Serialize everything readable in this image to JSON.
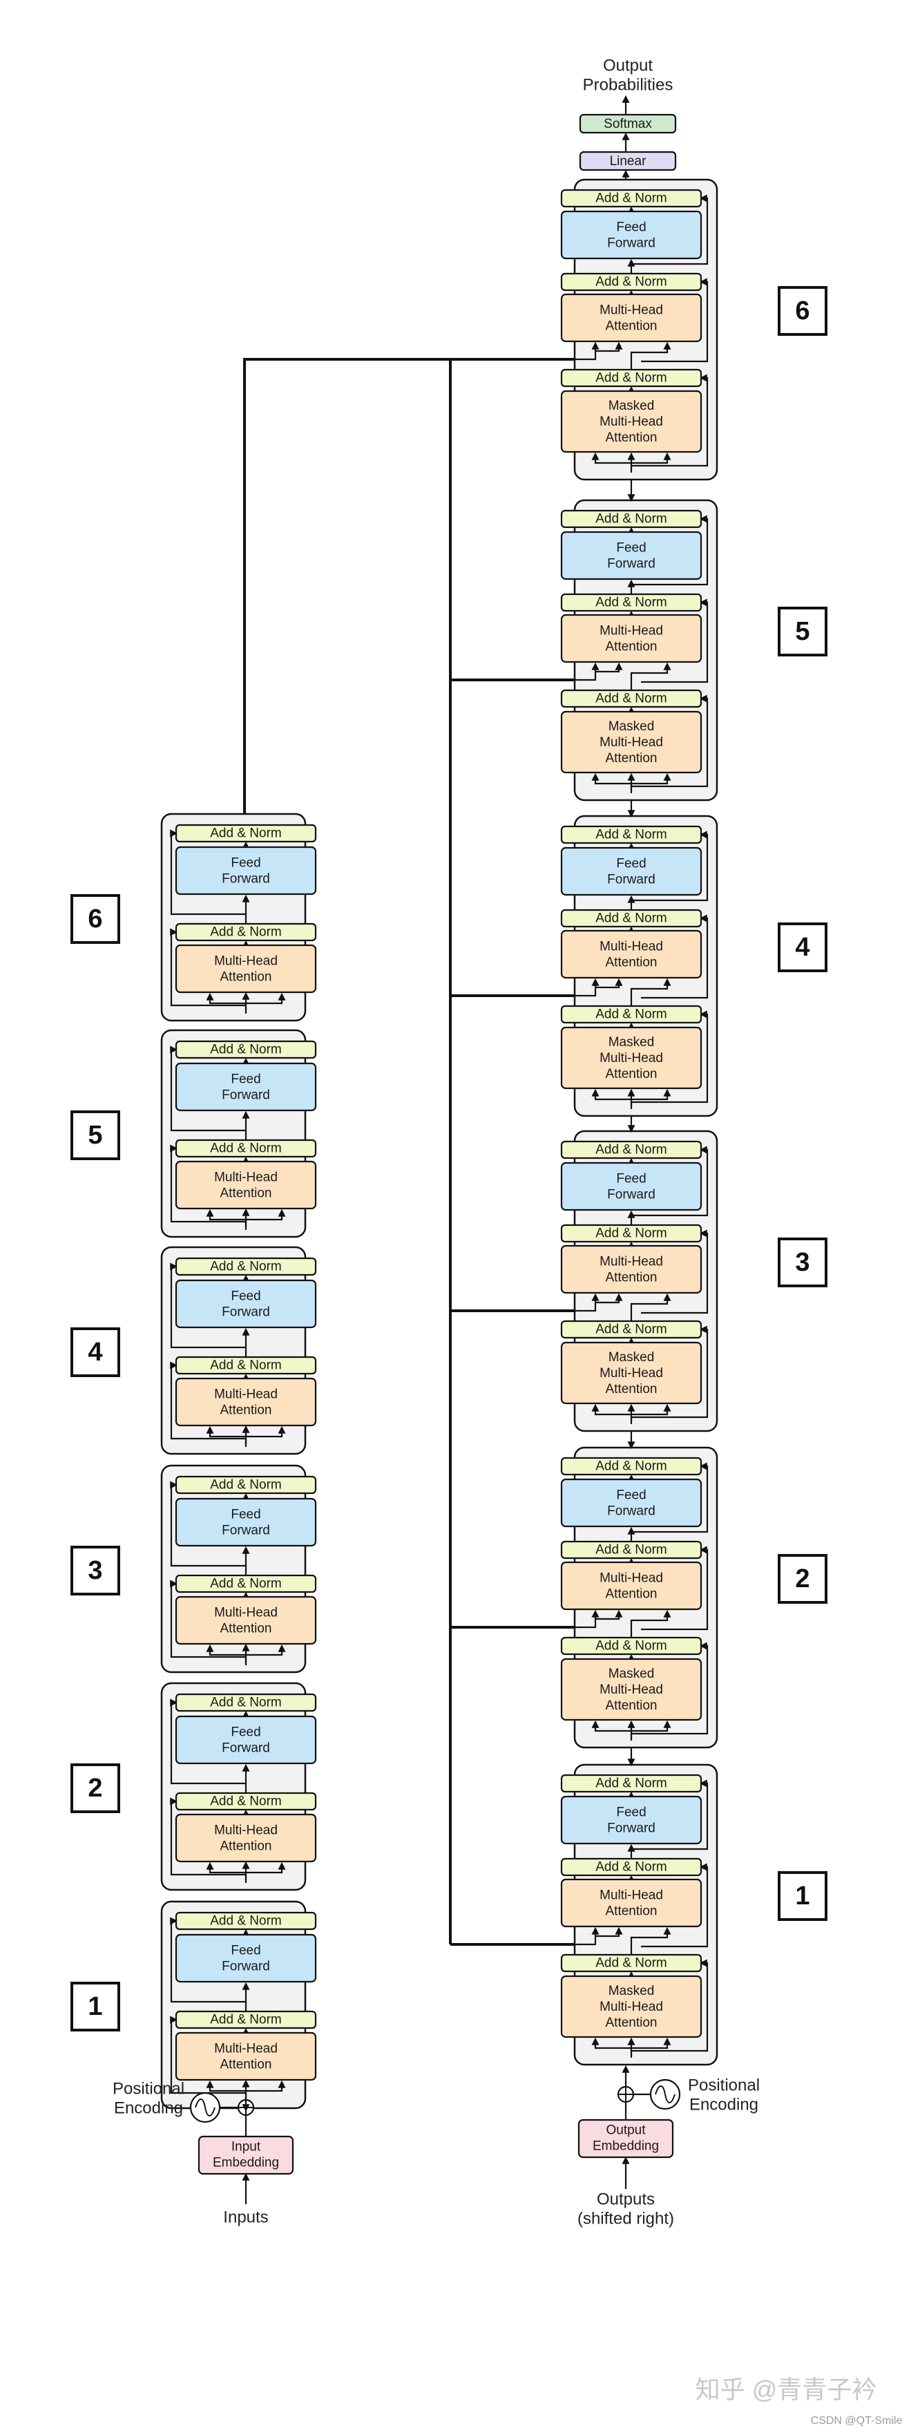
{
  "encoder": {
    "inputs_label": "Inputs",
    "embedding_label": [
      "Input",
      "Embedding"
    ],
    "positional_label": [
      "Positional",
      "Encoding"
    ],
    "layer_numbers": [
      "1",
      "2",
      "3",
      "4",
      "5",
      "6"
    ]
  },
  "decoder": {
    "outputs_label": [
      "Outputs",
      "(shifted right)"
    ],
    "embedding_label": [
      "Output",
      "Embedding"
    ],
    "positional_label": [
      "Positional",
      "Encoding"
    ],
    "linear_label": "Linear",
    "softmax_label": "Softmax",
    "output_probs_label": [
      "Output",
      "Probabilities"
    ],
    "layer_numbers": [
      "1",
      "2",
      "3",
      "4",
      "5",
      "6"
    ]
  },
  "blocks": {
    "add_norm": "Add & Norm",
    "feed_forward": [
      "Feed",
      "Forward"
    ],
    "multi_head": [
      "Multi-Head",
      "Attention"
    ],
    "masked_multi_head": [
      "Masked",
      "Multi-Head",
      "Attention"
    ]
  },
  "watermark": {
    "main": "知乎 @青青子衿",
    "small": "CSDN @QT-Smile"
  },
  "colors": {
    "add_norm_fill": "#f1f7c8",
    "feed_forward_fill": "#c6e6f8",
    "attention_fill": "#fce2c0",
    "embedding_fill": "#f9dbe0",
    "softmax_fill": "#cfe9cf",
    "linear_fill": "#dcdcf2",
    "layer_bg": "#f2f2f2"
  }
}
